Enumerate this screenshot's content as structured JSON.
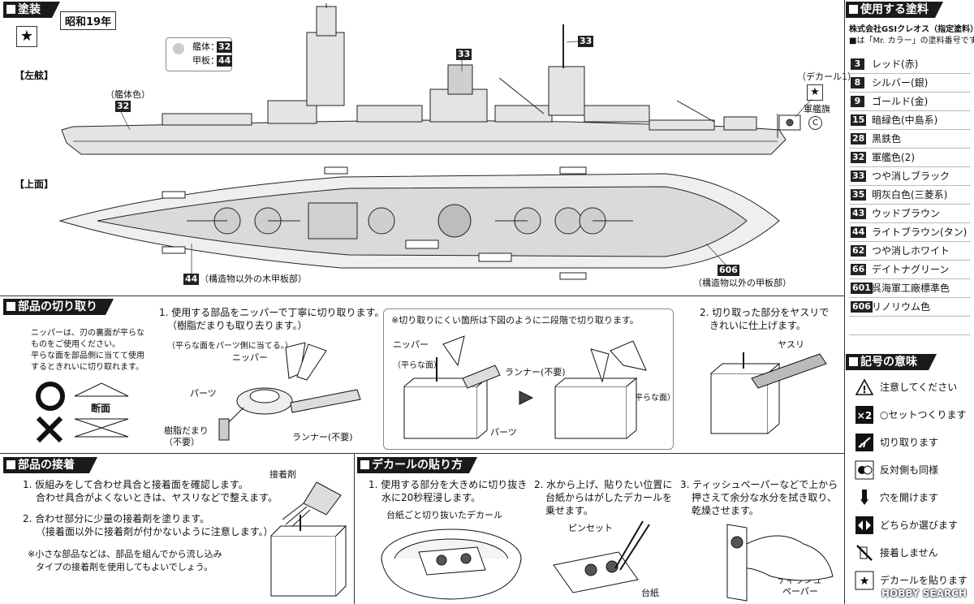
{
  "painting": {
    "header": "塗装",
    "era": "昭和19年",
    "swatch": {
      "hull_label": "艦体：",
      "hull_code": "32",
      "deck_label": "甲板：",
      "deck_code": "44"
    },
    "side_view_label": "【左舷】",
    "top_view_label": "【上面】",
    "hull_color_label": "（艦体色）",
    "hull_color_code": "32",
    "callout_33a": "33",
    "callout_33b": "33",
    "decal_label": "（デカール1）",
    "flag_label": "軍艦旗",
    "copyright_mark": "C",
    "deck_code": "44",
    "deck_note": "（構造物以外の木甲板部）",
    "steel_code": "606",
    "steel_note": "（構造物以外の甲板部）"
  },
  "paints": {
    "header": "使用する塗料",
    "maker": "株式会社GSIクレオス（指定塗料）",
    "note": "■は「Mr. カラー」の塗料番号です。",
    "items": [
      {
        "code": "3",
        "name": "レッド(赤)"
      },
      {
        "code": "8",
        "name": "シルバー(銀)"
      },
      {
        "code": "9",
        "name": "ゴールド(金)"
      },
      {
        "code": "15",
        "name": "暗緑色(中島系)"
      },
      {
        "code": "28",
        "name": "黒鉄色"
      },
      {
        "code": "32",
        "name": "軍艦色(2)"
      },
      {
        "code": "33",
        "name": "つや消しブラック"
      },
      {
        "code": "35",
        "name": "明灰白色(三菱系)"
      },
      {
        "code": "43",
        "name": "ウッドブラウン"
      },
      {
        "code": "44",
        "name": "ライトブラウン(タン)"
      },
      {
        "code": "62",
        "name": "つや消しホワイト"
      },
      {
        "code": "66",
        "name": "デイトナグリーン"
      },
      {
        "code": "601",
        "name": "呉海軍工廠標準色"
      },
      {
        "code": "606",
        "name": "リノリウム色"
      }
    ]
  },
  "symbols": {
    "header": "記号の意味",
    "items": [
      {
        "icon": "caution-icon",
        "label": "注意してください"
      },
      {
        "icon": "x2-icon",
        "label": "○セットつくります"
      },
      {
        "icon": "cut-icon",
        "label": "切り取ります"
      },
      {
        "icon": "mirror-icon",
        "label": "反対側も同様"
      },
      {
        "icon": "drill-icon",
        "label": "穴を開けます"
      },
      {
        "icon": "choose-icon",
        "label": "どちらか選びます"
      },
      {
        "icon": "no-glue-icon",
        "label": "接着しません"
      },
      {
        "icon": "decal-icon",
        "label": "デカールを貼ります"
      }
    ]
  },
  "cutting": {
    "header": "部品の切り取り",
    "nipper_text": [
      "ニッパーは、刃の裏面が平らな",
      "ものをご使用ください。",
      "平らな面を部品側に当てて使用",
      "するときれいに切り取れます。"
    ],
    "section_label": "断面",
    "step1": [
      "1. 使用する部品をニッパーで丁寧に切り取ります。",
      "（樹脂だまりも取り去ります。）"
    ],
    "flat_face_note": "（平らな面をパーツ側に当てる。）",
    "nipper": "ニッパー",
    "parts": "パーツ",
    "resin": "樹脂だまり",
    "unneeded": "（不要）",
    "runner_unneeded": "ランナー(不要)",
    "two_step": "※切り取りにくい箇所は下図のように二段階で切り取ります。",
    "nipper2": "ニッパー",
    "flat_face": "（平らな面）",
    "runner2": "ランナー(不要)",
    "flat_face2": "（平らな面）",
    "parts2": "パーツ",
    "step2": [
      "2. 切り取った部分をヤスリで",
      "きれいに仕上げます。"
    ],
    "file": "ヤスリ"
  },
  "gluing": {
    "header": "部品の接着",
    "step1": [
      "1. 仮組みをして合わせ具合と接着面を確認します。",
      "合わせ具合がよくないときは、ヤスリなどで整えます。"
    ],
    "step2": [
      "2. 合わせ部分に少量の接着剤を塗ります。",
      "（接着面以外に接着剤が付かないように注意します。）"
    ],
    "note": [
      "※小さな部品などは、部品を組んでから流し込み",
      "タイプの接着剤を使用してもよいでしょう。"
    ],
    "glue": "接着剤"
  },
  "decal": {
    "header": "デカールの貼り方",
    "step1": [
      "1. 使用する部分を大きめに切り抜き",
      "水に20秒程浸します。"
    ],
    "cut_decal": "台紙ごと切り抜いたデカール",
    "step2": [
      "2. 水から上げ、貼りたい位置に",
      "台紙からはがしたデカールを",
      "乗せます。"
    ],
    "tweezers": "ピンセット",
    "backing": "台紙",
    "step3": [
      "3. ティッシュペーパーなどで上から",
      "押さえて余分な水分を拭き取り、",
      "乾燥させます。"
    ],
    "tissue": [
      "ティッシュ",
      "ペーパー"
    ]
  },
  "watermark": "HOBBY SEARCH"
}
